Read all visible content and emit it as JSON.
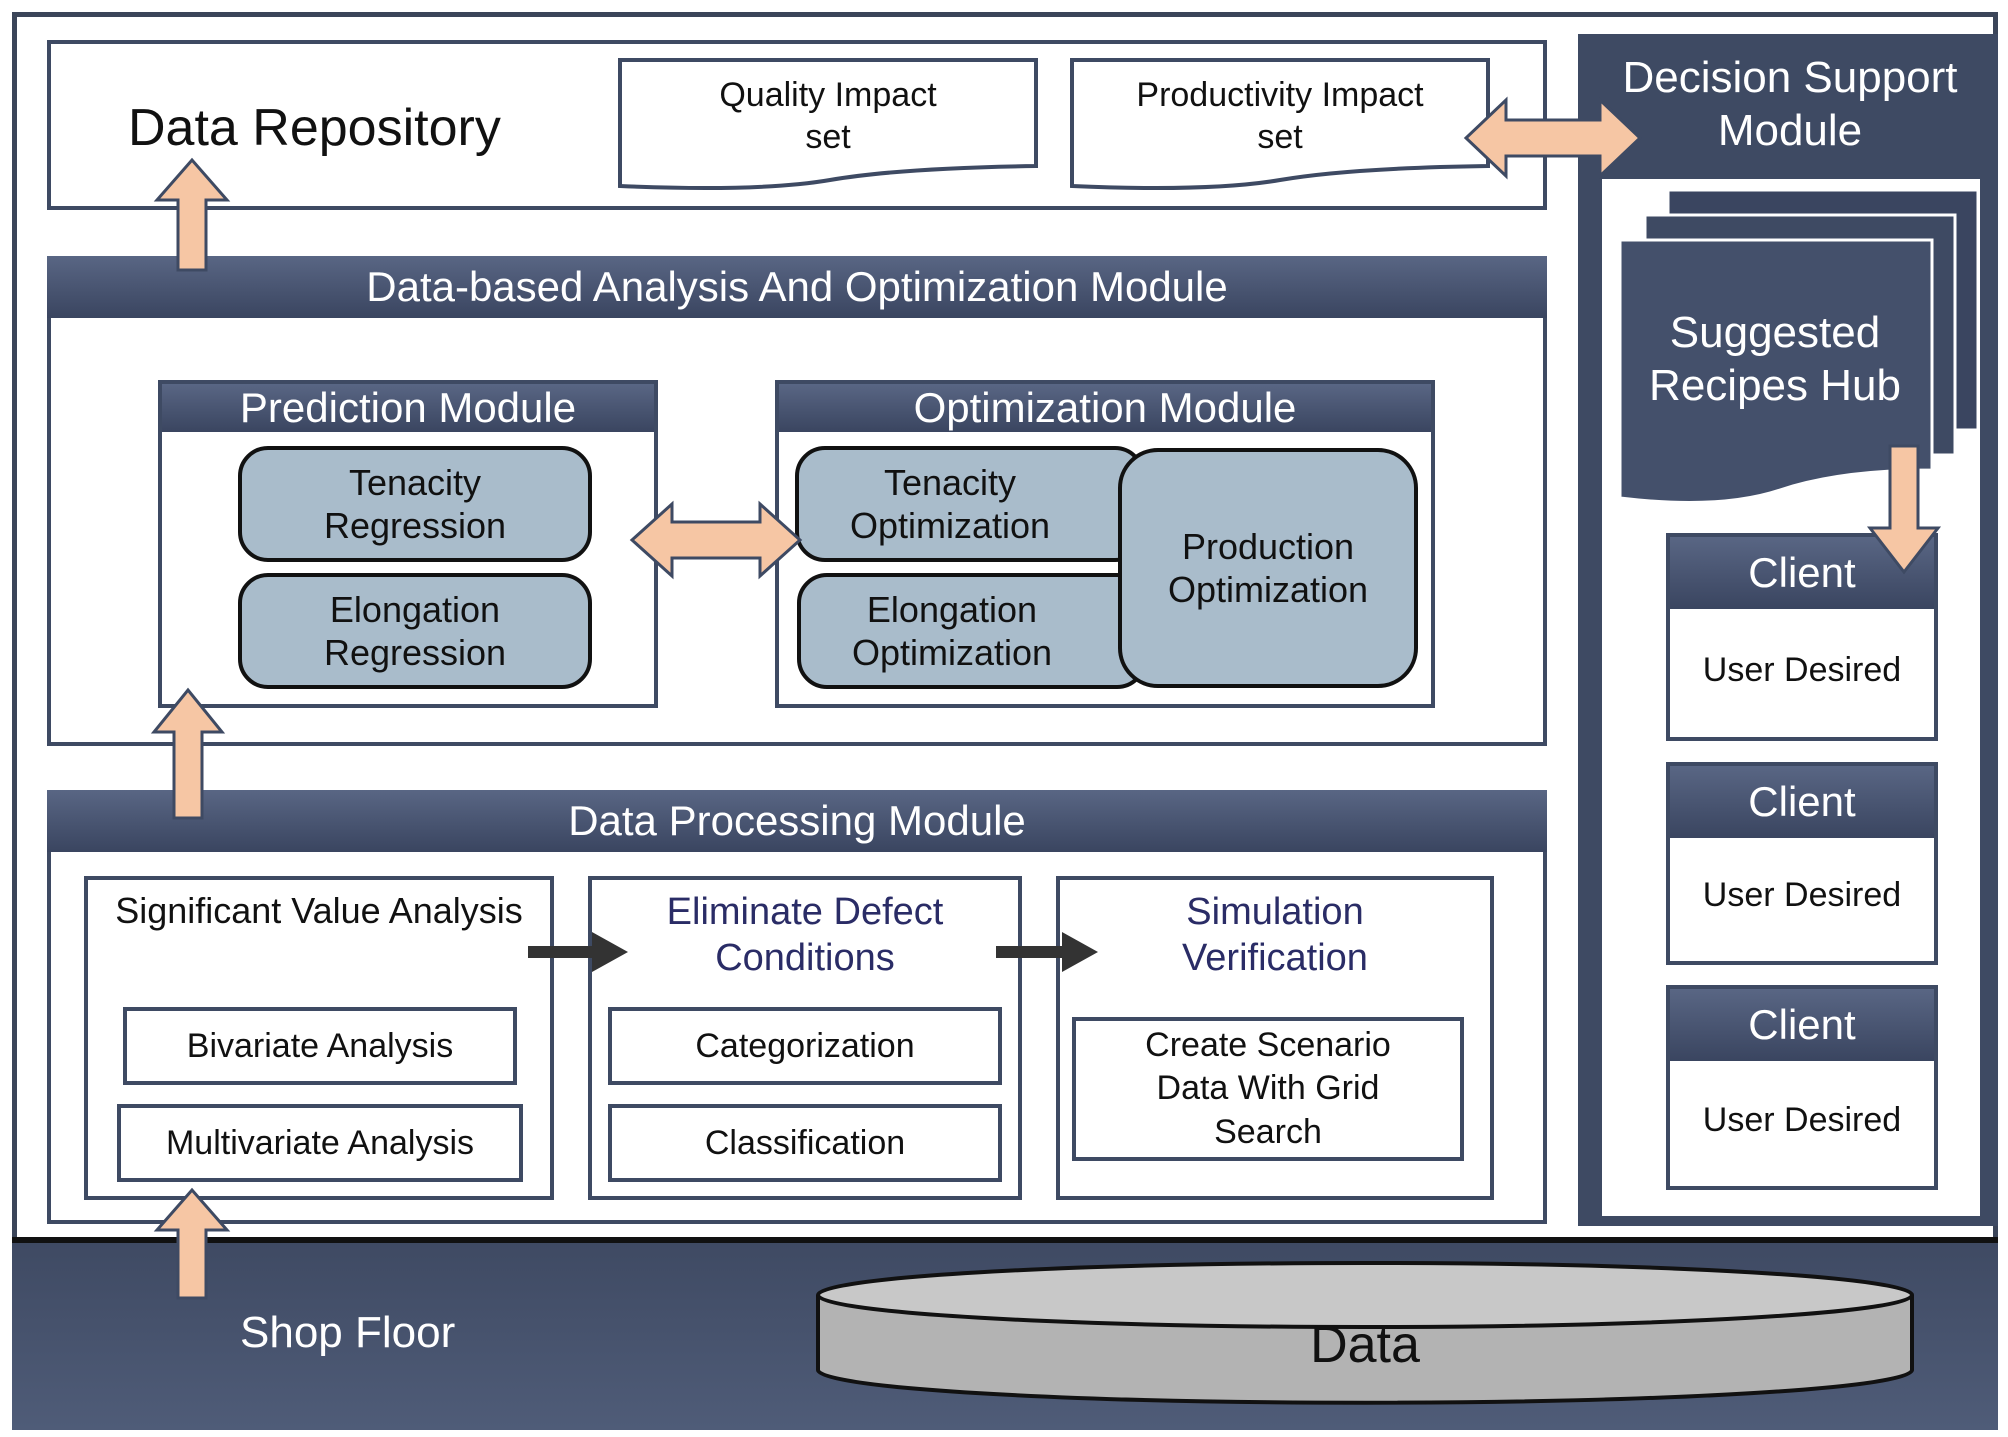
{
  "repository": {
    "title": "Data Repository",
    "quality_set": "Quality Impact\nset",
    "productivity_set": "Productivity Impact\nset"
  },
  "decision_support": {
    "title": "Decision Support\nModule",
    "hub": "Suggested\nRecipes Hub",
    "clients": [
      {
        "title": "Client",
        "body": "User Desired"
      },
      {
        "title": "Client",
        "body": "User Desired"
      },
      {
        "title": "Client",
        "body": "User Desired"
      }
    ]
  },
  "analysis": {
    "title": "Data-based Analysis And Optimization Module",
    "prediction": {
      "title": "Prediction Module",
      "tenacity": "Tenacity\nRegression",
      "elongation": "Elongation\nRegression"
    },
    "optimization": {
      "title": "Optimization Module",
      "tenacity": "Tenacity\nOptimization",
      "elongation": "Elongation\nOptimization",
      "production": "Production\nOptimization"
    }
  },
  "processing": {
    "title": "Data Processing Module",
    "significant": {
      "title": "Significant Value Analysis",
      "bivariate": "Bivariate Analysis",
      "multivariate": "Multivariate Analysis"
    },
    "eliminate": {
      "title": "Eliminate Defect\nConditions",
      "categorization": "Categorization",
      "classification": "Classification"
    },
    "simulation": {
      "title": "Simulation\nVerification",
      "scenario": "Create Scenario\nData With Grid\nSearch"
    }
  },
  "shop_floor": {
    "label": "Shop Floor",
    "data": "Data"
  },
  "colors": {
    "navy": "#3e4a63",
    "pill": "#a9bccb",
    "arrow": "#f6c6a4",
    "cylinder": "#b3b3b3"
  }
}
